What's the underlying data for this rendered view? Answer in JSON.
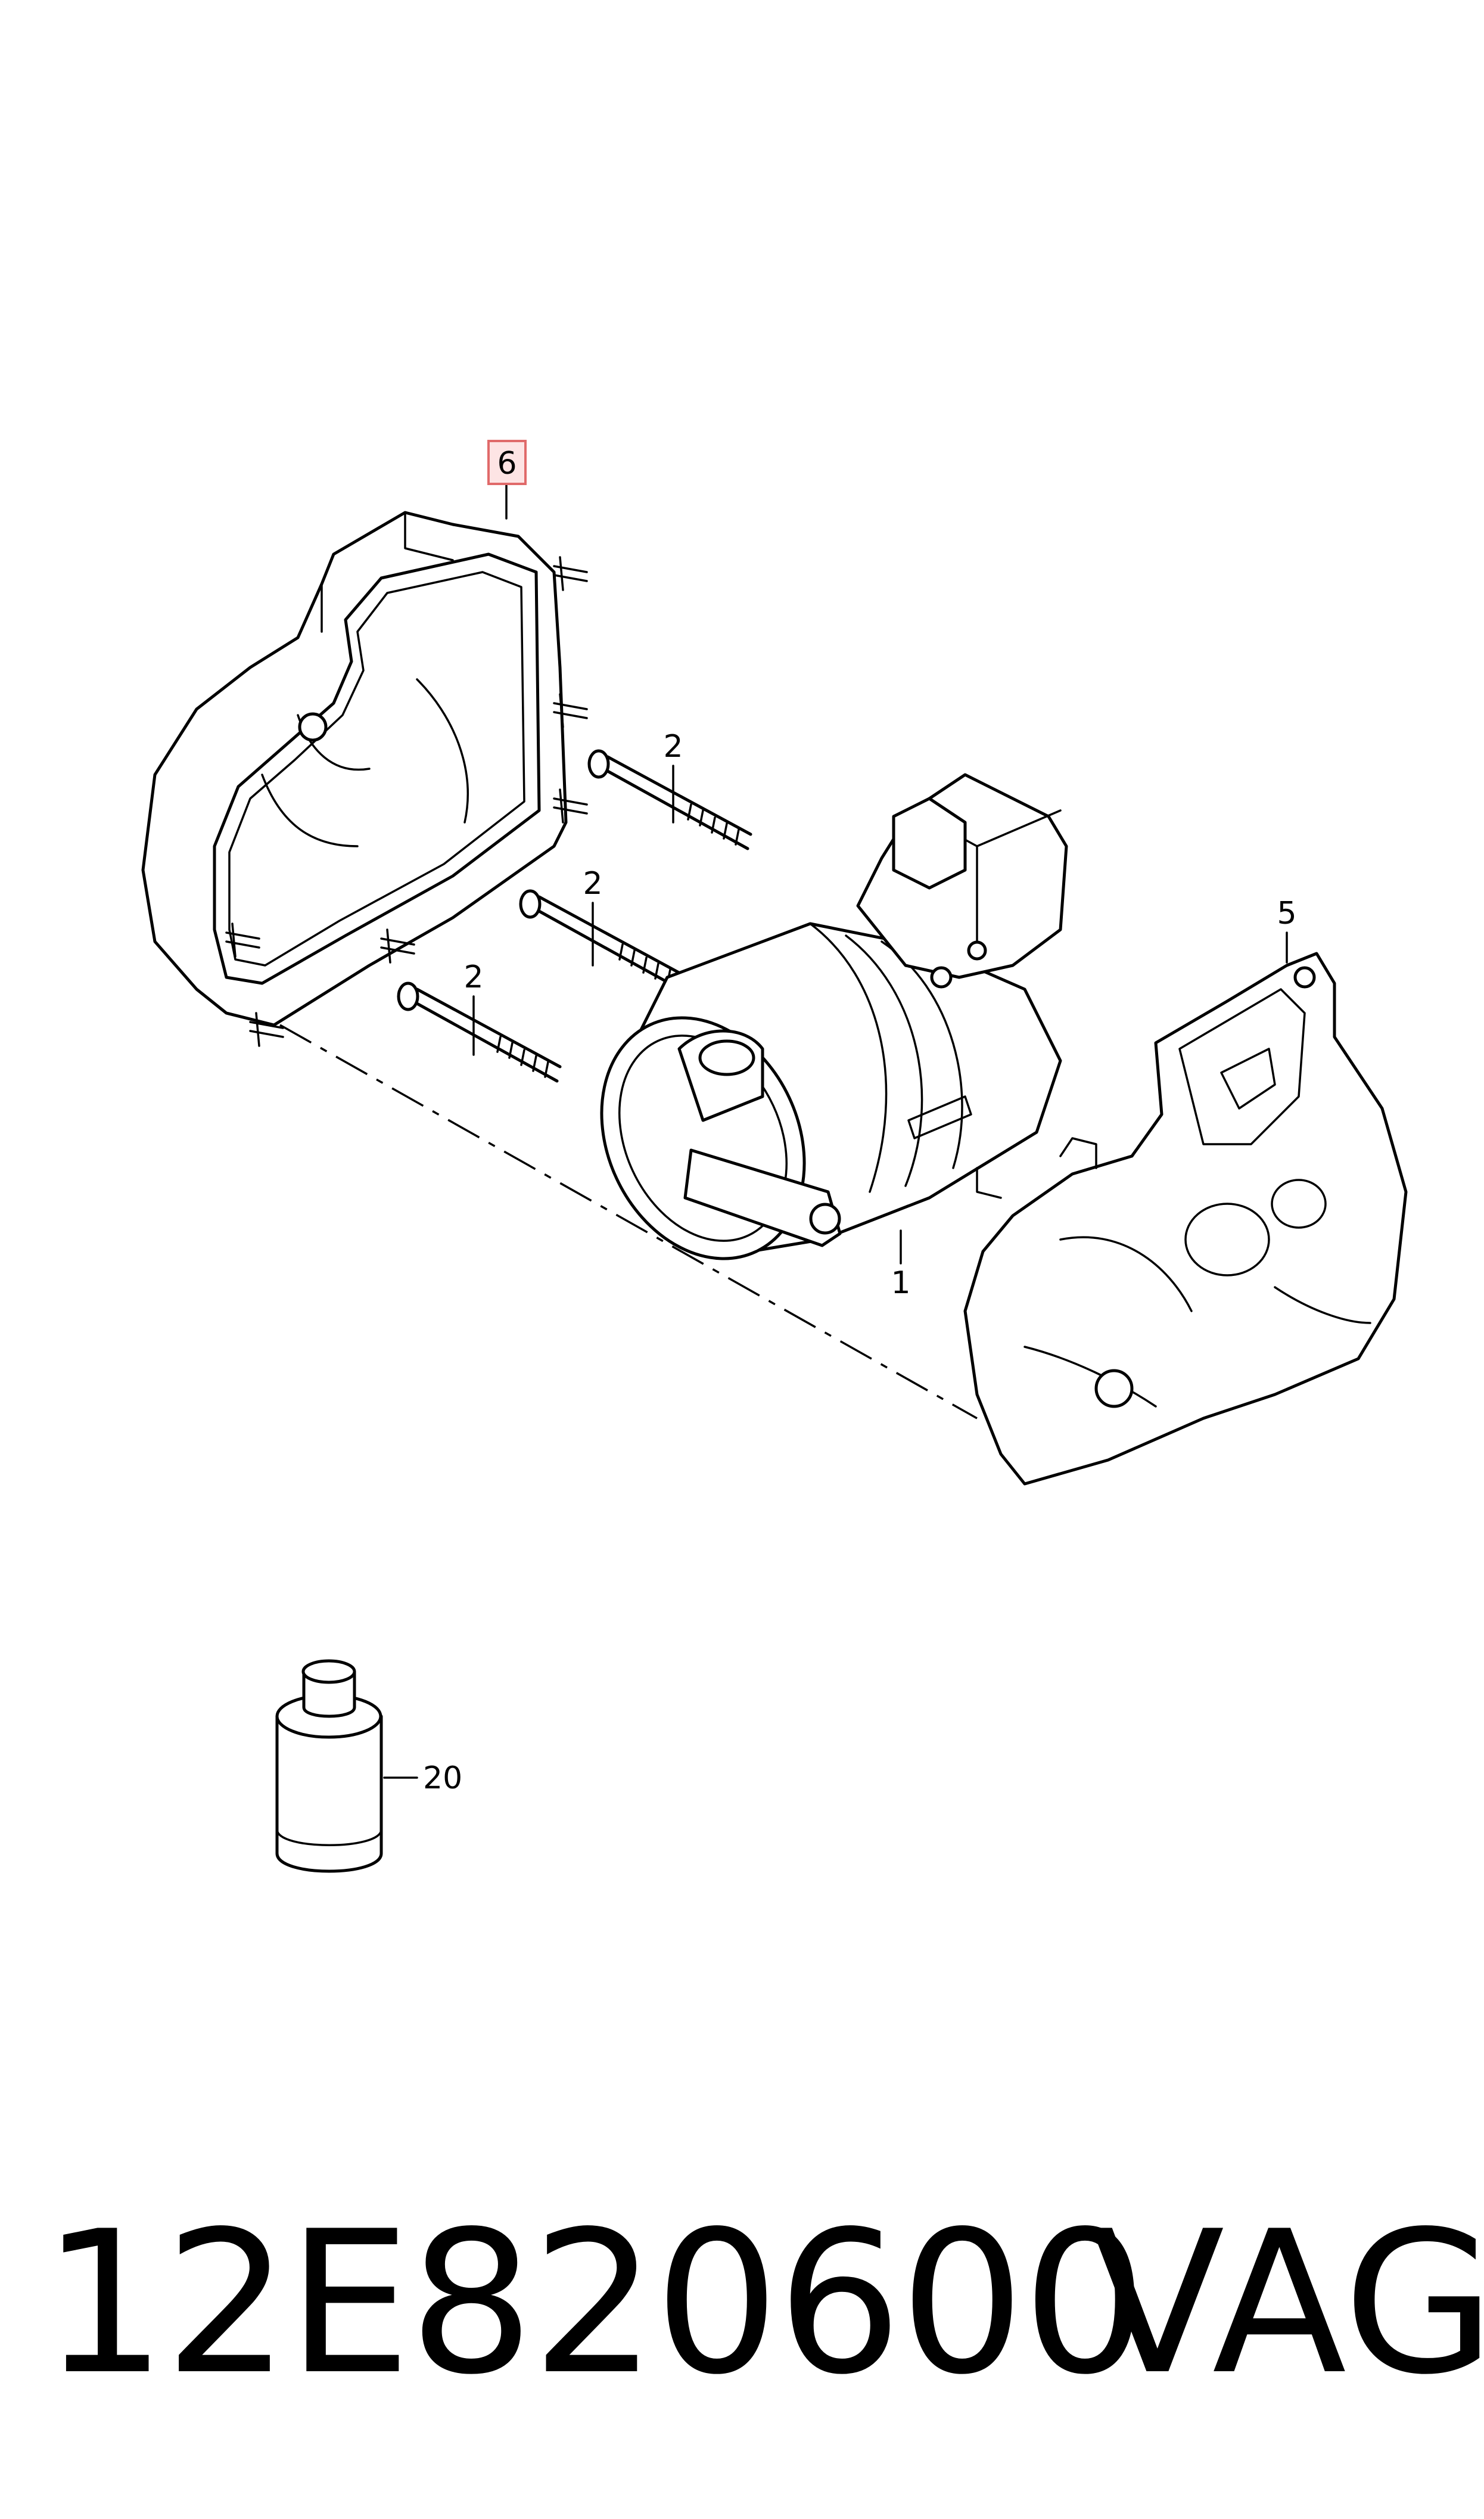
{
  "callouts": {
    "c1": "1",
    "c2a": "2",
    "c2b": "2",
    "c2c": "2",
    "c5": "5",
    "c6": "6",
    "c20": "20"
  },
  "part_number": "12E820600",
  "brand": "VAG",
  "colors": {
    "highlight_fill": "#fde4e4",
    "highlight_stroke": "#e06a6a"
  }
}
